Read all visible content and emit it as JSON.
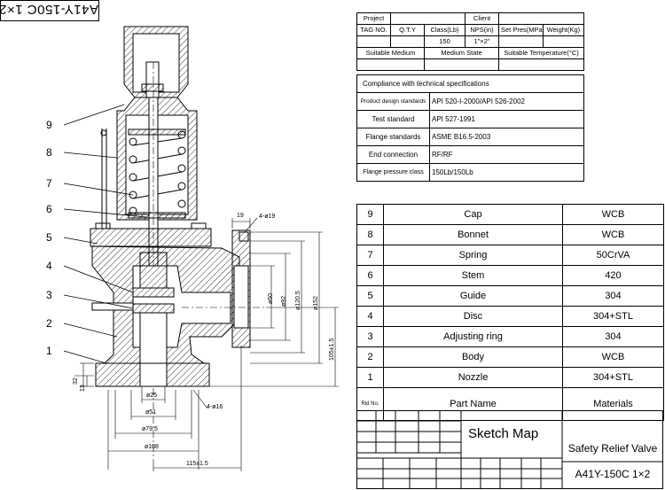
{
  "drawing_id_label": "A41Y-150C 1×2",
  "spec_table": {
    "project_label": "Project",
    "client_label": "Client",
    "headers": [
      "TAG NO.",
      "Q.T.Y",
      "Class(Lb)",
      "NPS(in)",
      "Set Pres(MPa)",
      "Weight(Kg)"
    ],
    "values": [
      "",
      "",
      "150",
      "1\"×2\"",
      "",
      ""
    ],
    "medium_label": "Suitable Medium",
    "state_label": "Medium State",
    "temperature_label": "Suitable Temperature(°C)"
  },
  "tech_specs": {
    "title": "Compliance with technical specifications",
    "rows": [
      {
        "label": "Product design standards",
        "value": "API 520-I-2000/API 526-2002"
      },
      {
        "label": "Test standard",
        "value": "API 527-1991"
      },
      {
        "label": "Flange standards",
        "value": "ASME B16.5-2003"
      },
      {
        "label": "End connection",
        "value": "RF/RF"
      },
      {
        "label": "Flange pressure class",
        "value": "150Lb/150Lb"
      }
    ]
  },
  "parts": [
    {
      "no": "9",
      "name": "Cap",
      "material": "WCB"
    },
    {
      "no": "8",
      "name": "Bonnet",
      "material": "WCB"
    },
    {
      "no": "7",
      "name": "Spring",
      "material": "50CrVA"
    },
    {
      "no": "6",
      "name": "Stem",
      "material": "420"
    },
    {
      "no": "5",
      "name": "Guide",
      "material": "304"
    },
    {
      "no": "4",
      "name": "Disc",
      "material": "304+STL"
    },
    {
      "no": "3",
      "name": "Adjusting ring",
      "material": "304"
    },
    {
      "no": "2",
      "name": "Body",
      "material": "WCB"
    },
    {
      "no": "1",
      "name": "Nozzle",
      "material": "304+STL"
    }
  ],
  "parts_header": {
    "no": "Rid No.",
    "name": "Part Name",
    "material": "Materials"
  },
  "title_block": {
    "sketch_label": "Sketch   Map",
    "product_name": "Safety Relief Valve",
    "model": "A41Y-150C 1×2"
  },
  "callouts": [
    "9",
    "8",
    "7",
    "6",
    "5",
    "4",
    "3",
    "2",
    "1"
  ],
  "dimensions": {
    "bolt_top": "4-ø19",
    "bolt_bottom": "4-ø16",
    "flange_thk": "19",
    "d_outlet_bore": "ø50",
    "d_outlet_raise": "ø92",
    "d_outlet_bolt": "ø120.5",
    "d_outlet_flange": "ø152",
    "h_outlet": "105±1.5",
    "d_inlet_bore": "ø25",
    "d_inlet_raise": "ø51",
    "d_inlet_bolt": "ø79.5",
    "d_inlet_flange": "ø108",
    "w_outlet": "115±1.5",
    "inlet_h1": "32",
    "inlet_h2": "13"
  }
}
